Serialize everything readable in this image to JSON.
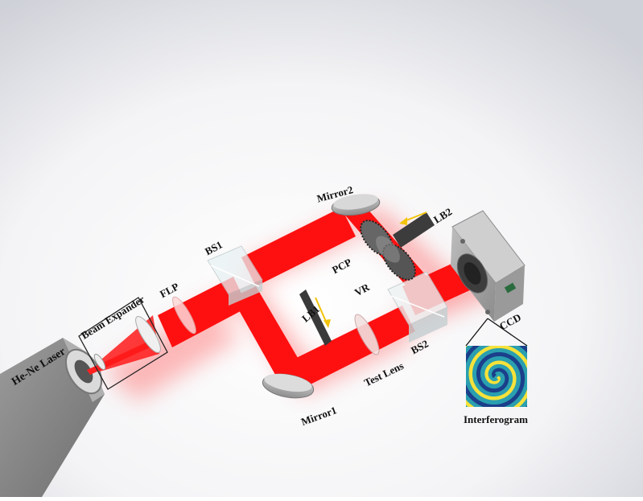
{
  "colors": {
    "beam": "#e51616",
    "background": "#ffffff",
    "laser_body": "#8a8a8a",
    "arrow": "#f2c40c"
  },
  "labels": {
    "laser": "He-Ne Laser",
    "beam_expander": "Beam Expander",
    "flp": "FLP",
    "bs1": "BS1",
    "mirror2": "Mirror2",
    "lb2": "LB2",
    "pcp": "PCP",
    "vr": "VR",
    "lb1": "LB1",
    "bs2": "BS2",
    "ccd": "CCD",
    "test_lens": "Test Lens",
    "mirror1": "Mirror1",
    "interferogram": "Interferogram"
  },
  "icons": [
    "laser-body",
    "beam-expander-box",
    "yellow-arrow-icon",
    "spiral-interferogram"
  ]
}
